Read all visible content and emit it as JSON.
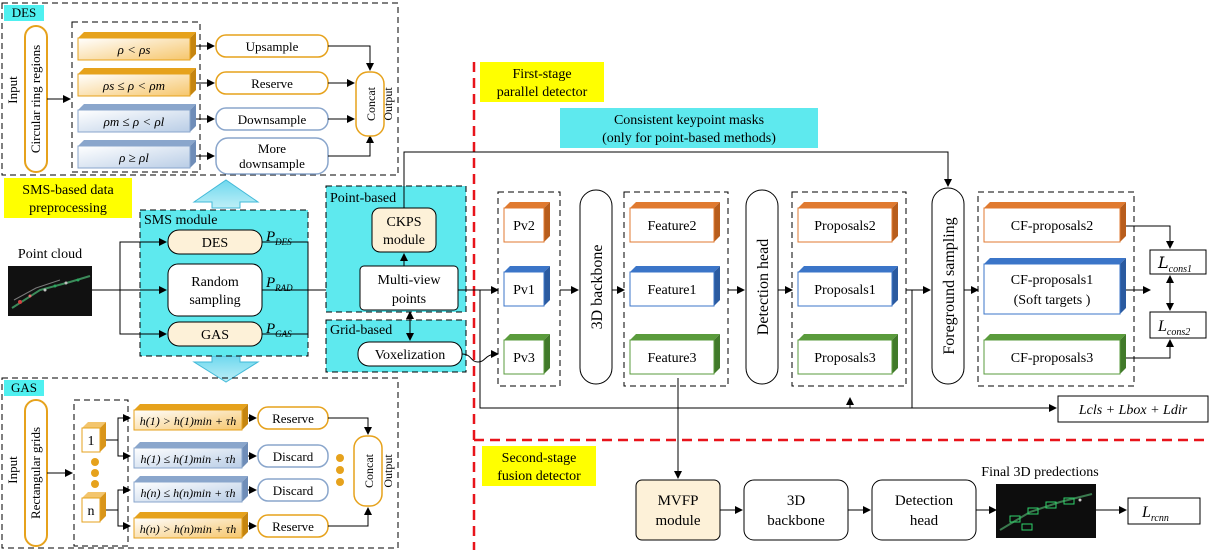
{
  "des": {
    "tag": "DES",
    "input_label": "Input",
    "region_label": "Circular ring regions",
    "conditions": [
      "ρ < ρs",
      "ρs ≤ ρ < ρm",
      "ρm ≤ ρ < ρl",
      "ρ ≥ ρl"
    ],
    "actions": [
      "Upsample",
      "Reserve",
      "Downsample",
      "More",
      "downsample"
    ],
    "concat": "Concat",
    "output": "Output"
  },
  "sms": {
    "tag_line1": "SMS-based data",
    "tag_line2": "preprocessing",
    "module": "SMS module",
    "des_box": "DES",
    "random_line1": "Random",
    "random_line2": "sampling",
    "gas_box": "GAS",
    "p_des": "P",
    "p_des_sub": "DES",
    "p_rad": "P",
    "p_rad_sub": "RAD",
    "p_gas": "P",
    "p_gas_sub": "GAS",
    "point_cloud": "Point cloud"
  },
  "middle": {
    "point_based": "Point-based",
    "ckps_line1": "CKPS",
    "ckps_line2": "module",
    "mv_line1": "Multi-view",
    "mv_line2": "points",
    "grid_based": "Grid-based",
    "voxel": "Voxelization"
  },
  "gas": {
    "tag": "GAS",
    "input_label": "Input",
    "region_label": "Rectangular grids",
    "box1": "1",
    "boxn": "n",
    "conditions": [
      "h(1) > h(1)min + τh",
      "h(1) ≤ h(1)min + τh",
      "h(n) ≤ h(n)min + τh",
      "h(n) > h(n)min + τh"
    ],
    "actions": [
      "Reserve",
      "Discard",
      "Discard",
      "Reserve"
    ],
    "concat": "Concat",
    "output": "Output"
  },
  "first_stage": {
    "tag_line1": "First-stage",
    "tag_line2": "parallel detector",
    "masks_line1": "Consistent keypoint masks",
    "masks_line2": "(only for point-based methods)",
    "pv": [
      "Pv2",
      "Pv1",
      "Pv3"
    ],
    "backbone": "3D backbone",
    "features": [
      "Feature2",
      "Feature1",
      "Feature3"
    ],
    "det_head": "Detection head",
    "proposals": [
      "Proposals2",
      "Proposals1",
      "Proposals3"
    ],
    "fg_sampling": "Foreground sampling",
    "cf": [
      "CF-proposals2",
      "CF-proposals1",
      "(Soft targets )",
      "CF-proposals3"
    ],
    "loss_cons1": "L",
    "loss_cons1_sub": "cons1",
    "loss_cons2": "L",
    "loss_cons2_sub": "cons2",
    "loss_sum": "Lcls + Lbox + Ldir"
  },
  "second_stage": {
    "tag_line1": "Second-stage",
    "tag_line2": "fusion detector",
    "mvfp_line1": "MVFP",
    "mvfp_line2": "module",
    "bb_line1": "3D",
    "bb_line2": "backbone",
    "dh_line1": "Detection",
    "dh_line2": "head",
    "final": "Final 3D predections",
    "loss_rcnn": "L",
    "loss_rcnn_sub": "rcnn"
  },
  "colors": {
    "cyan": "#4ff0f0",
    "cyan_fill": "#5ee9ee",
    "yellow": "#ffff00",
    "orange_box": "#fdf1d8",
    "red_dash": "#e8141b",
    "orange": "#e0771f",
    "blue": "#3b75c8",
    "green": "#5a9b3c",
    "gold": "#e6a21c"
  }
}
